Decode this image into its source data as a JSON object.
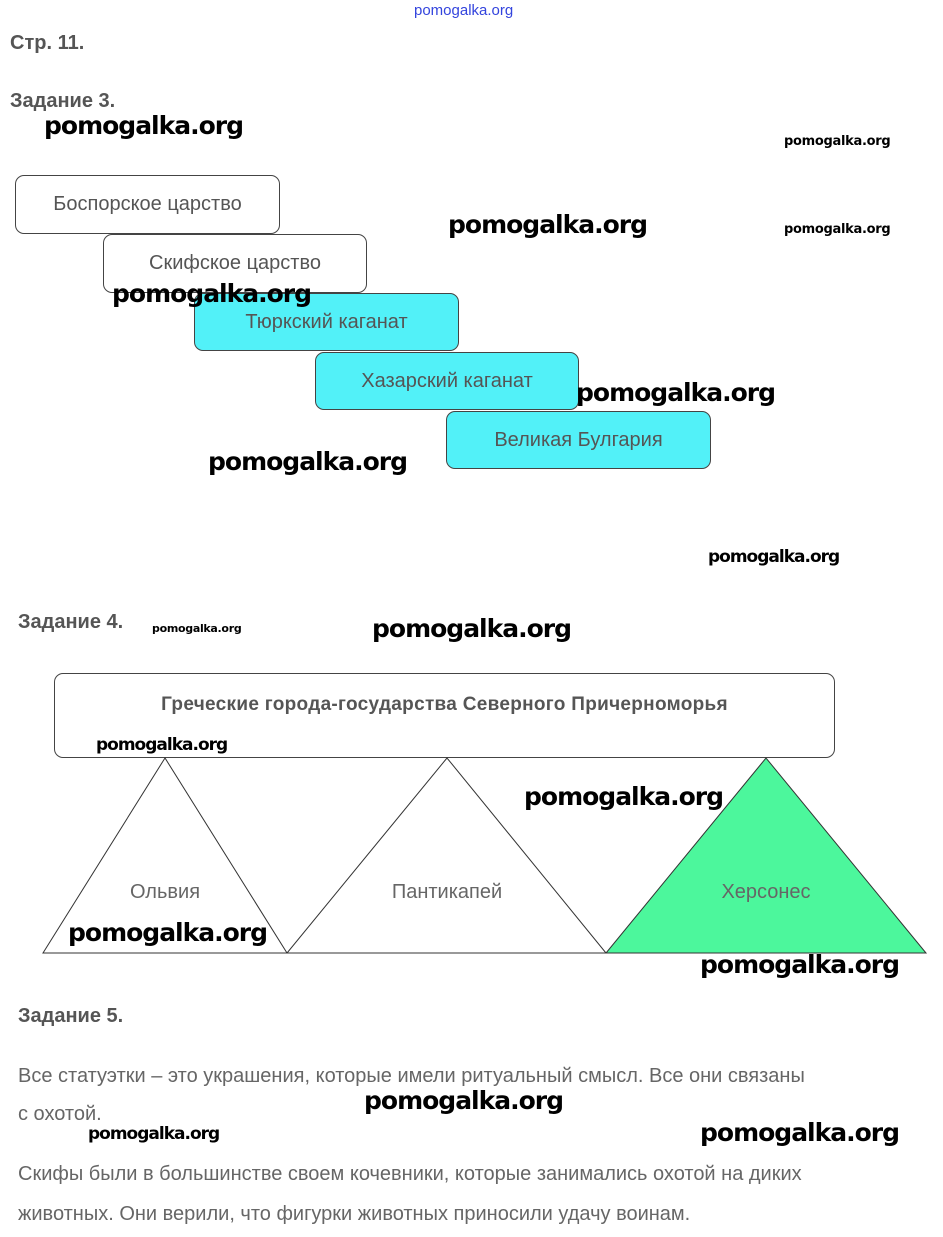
{
  "header_link": "pomogalka.org",
  "page_label": "Стр. 11.",
  "task3": {
    "title": "Задание 3.",
    "items": [
      "Боспорское царство",
      "Скифское царство",
      "Тюркский каганат",
      "Хазарский каганат",
      "Великая Булгария"
    ],
    "highlight_color": "#52f1f8"
  },
  "task4": {
    "title": "Задание 4.",
    "header": "Греческие города-государства Северного Причерноморья",
    "cities": [
      "Ольвия",
      "Пантикапей",
      "Херсонес"
    ],
    "highlight_color": "#4cf79c"
  },
  "task5": {
    "title": "Задание 5.",
    "paragraph1_line1": "Все статуэтки – это украшения, которые имели ритуальный смысл. Все они связаны",
    "paragraph1_line2": "с охотой.",
    "paragraph2_line1": "Скифы были в большинстве своем кочевники, которые занимались охотой на диких",
    "paragraph2_line2": "животных. Они верили, что фигурки животных приносили удачу воинам."
  },
  "watermark": "pomogalka.org"
}
